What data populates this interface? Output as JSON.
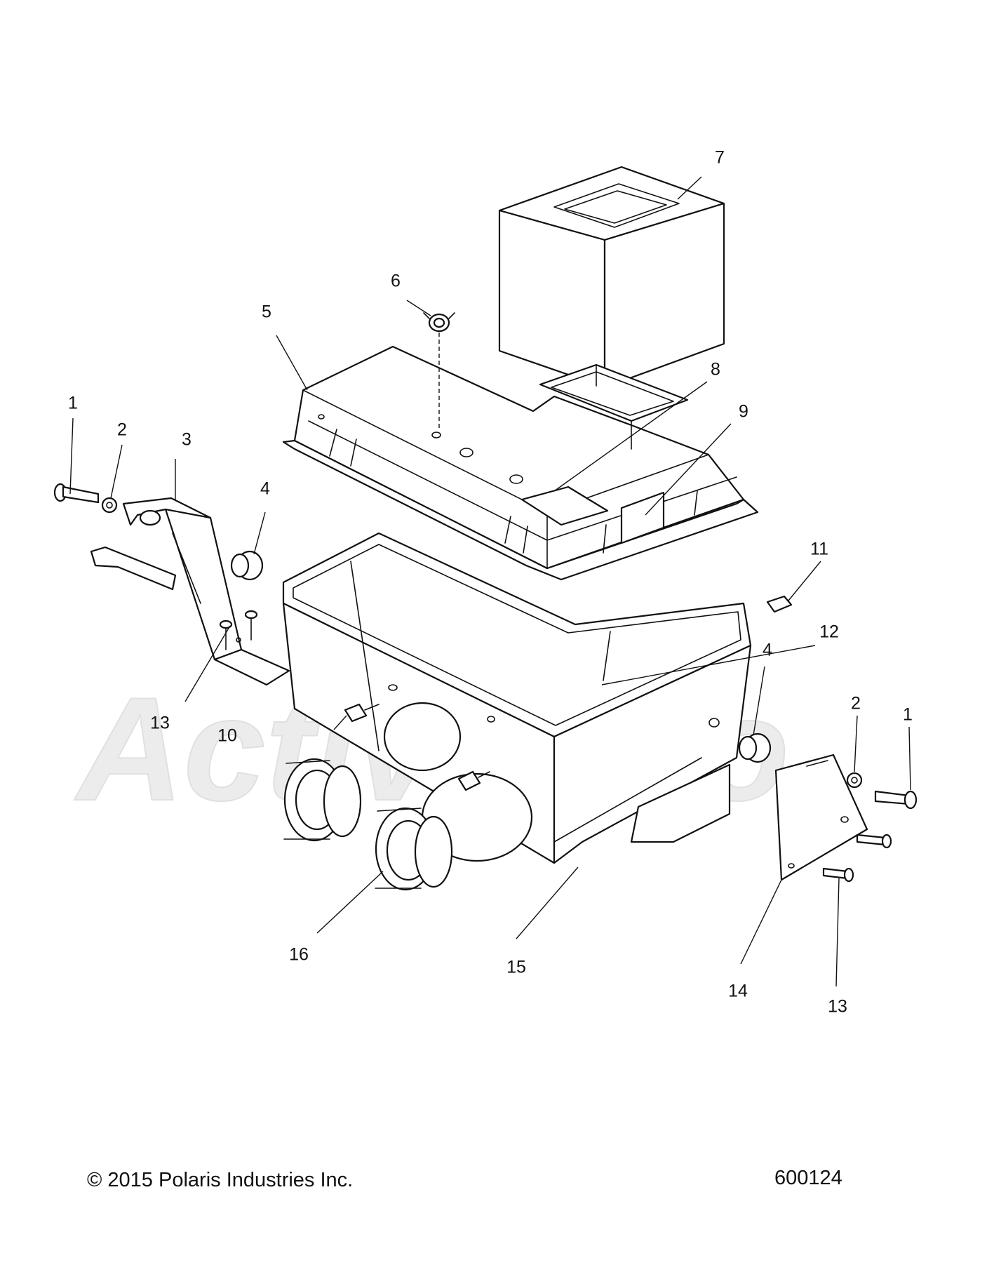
{
  "footer": {
    "copyright": "© 2015 Polaris Industries Inc.",
    "drawing_number": "600124"
  },
  "watermark": {
    "text": "ActivMoto"
  },
  "callouts": {
    "c1a": "1",
    "c1b": "1",
    "c2a": "2",
    "c2b": "2",
    "c3": "3",
    "c4a": "4",
    "c4b": "4",
    "c5": "5",
    "c6": "6",
    "c7": "7",
    "c8": "8",
    "c9": "9",
    "c10": "10",
    "c11": "11",
    "c12": "12",
    "c13a": "13",
    "c13b": "13",
    "c14": "14",
    "c15": "15",
    "c16": "16"
  }
}
